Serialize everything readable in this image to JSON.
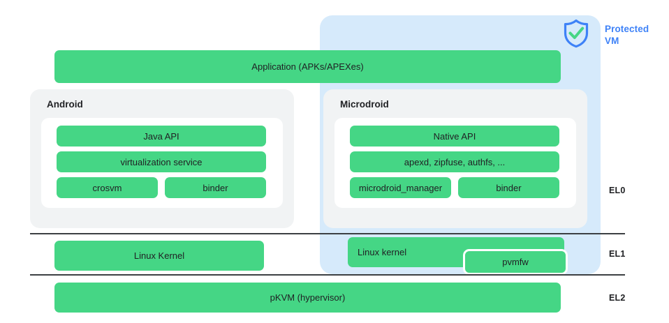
{
  "diagram": {
    "title": "Android pKVM virtualization stack",
    "colors": {
      "green_block": "#45D685",
      "protected_vm_region": "#D6EAFB",
      "protected_vm_accent": "#3E82F7",
      "os_panel": "#F1F3F4",
      "inner_panel": "#FFFFFF",
      "divider": "#3C4043",
      "text": "#202124"
    }
  },
  "protected_vm": {
    "label_line1": "Protected",
    "label_line2": "VM",
    "icon": "shield-check-icon"
  },
  "application": {
    "label": "Application (APKs/APEXes)"
  },
  "android": {
    "title": "Android",
    "rows": [
      {
        "label": "Java API"
      },
      {
        "label": "virtualization service"
      }
    ],
    "bottom_row": [
      {
        "label": "crosvm"
      },
      {
        "label": "binder"
      }
    ],
    "kernel": "Linux Kernel"
  },
  "microdroid": {
    "title": "Microdroid",
    "rows": [
      {
        "label": "Native API"
      },
      {
        "label": "apexd, zipfuse, authfs, ..."
      }
    ],
    "bottom_row": [
      {
        "label": "microdroid_manager"
      },
      {
        "label": "binder"
      }
    ],
    "kernel": "Linux kernel",
    "firmware": "pvmfw"
  },
  "hypervisor": {
    "label": "pKVM (hypervisor)"
  },
  "exception_levels": [
    {
      "label": "EL0"
    },
    {
      "label": "EL1"
    },
    {
      "label": "EL2"
    }
  ]
}
